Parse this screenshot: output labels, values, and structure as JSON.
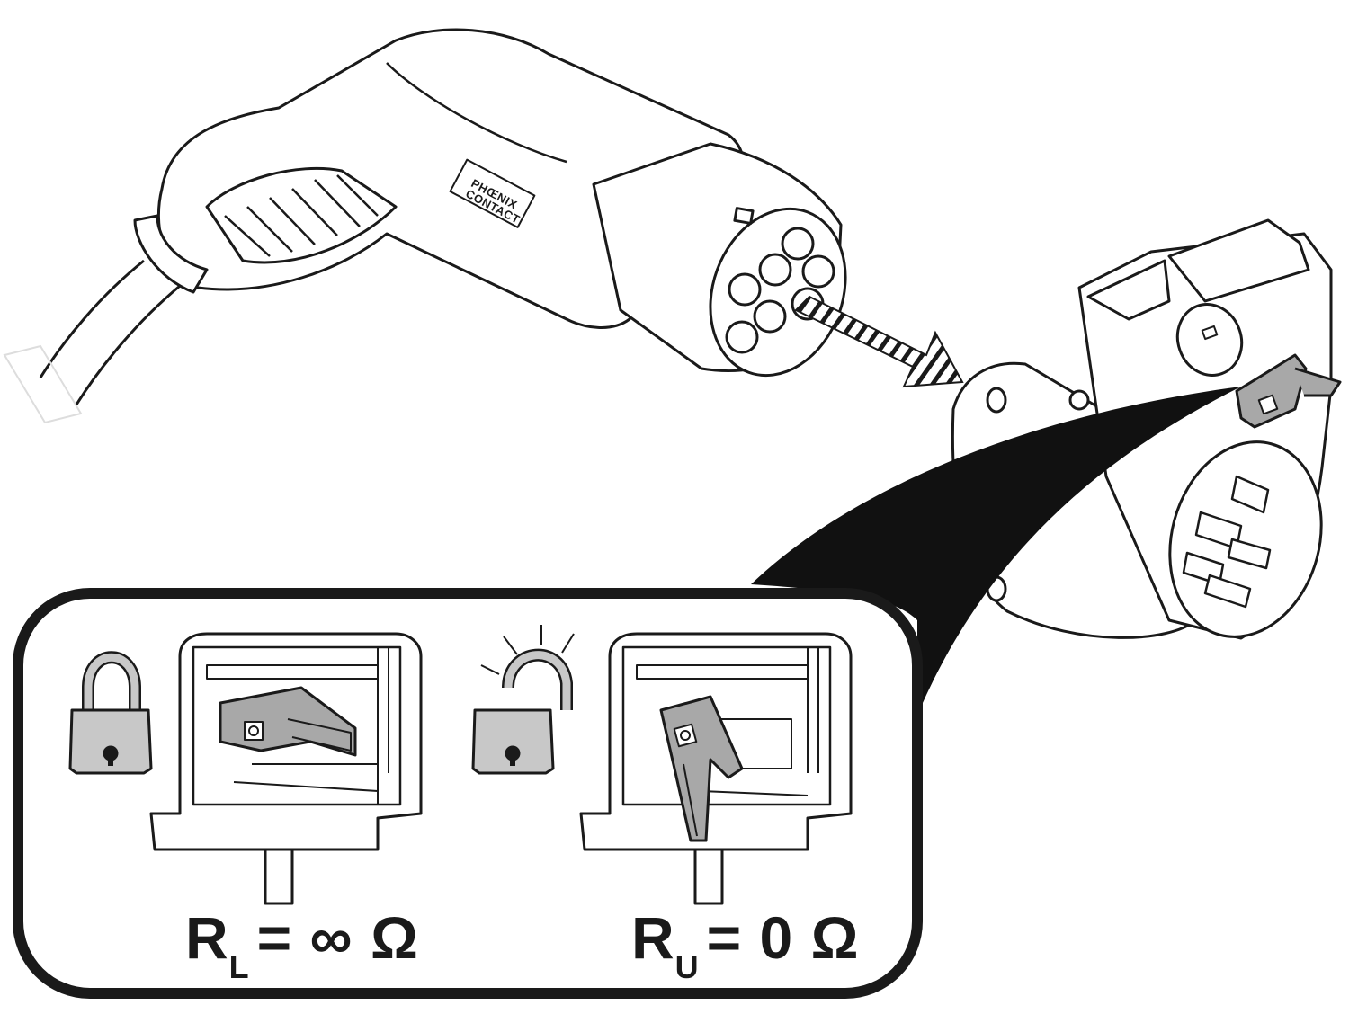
{
  "brand": {
    "logo_line1": "PHŒNIX",
    "logo_line2": "CONTACT"
  },
  "states": {
    "locked": {
      "symbol": "R",
      "subscript": "L",
      "equation": "= ∞ Ω",
      "icon": "padlock-closed-icon"
    },
    "unlocked": {
      "symbol": "R",
      "subscript": "U",
      "equation": "= 0 Ω",
      "icon": "padlock-open-icon"
    }
  },
  "colors": {
    "line": "#1a1a1a",
    "latch_fill": "#a8a8a8",
    "padlock_fill": "#c8c8c8",
    "body_fill": "#ffffff"
  }
}
